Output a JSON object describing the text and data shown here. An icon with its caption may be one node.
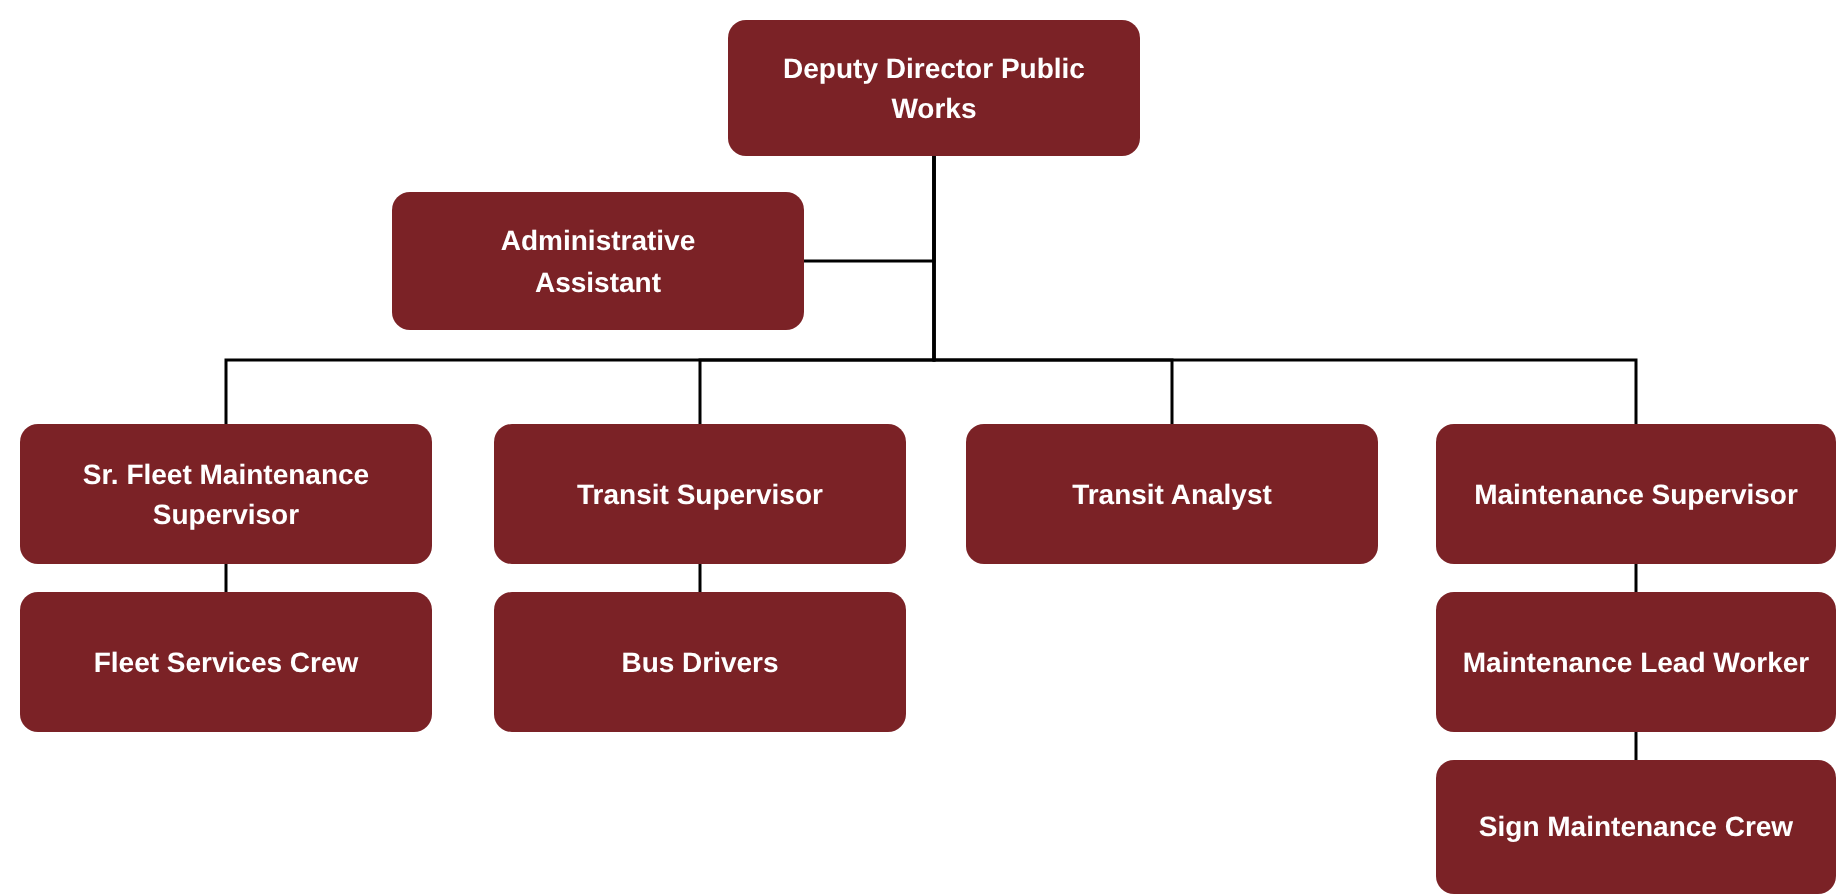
{
  "diagram": {
    "nodes": [
      {
        "text": [
          "Deputy Director Public Works"
        ]
      },
      {
        "text": [
          "Administrative Assistant"
        ]
      },
      {
        "text": [
          "Sr. Fleet Maintenance Supervisor"
        ]
      },
      {
        "text": [
          "Transit Supervisor"
        ]
      },
      {
        "text": [
          "Transit Analyst"
        ]
      },
      {
        "text": [
          "Maintenance Supervisor"
        ]
      },
      {
        "text": [
          "Fleet Services Crew"
        ]
      },
      {
        "text": [
          "Bus Drivers"
        ]
      },
      {
        "text": [
          "Maintenance Lead Worker"
        ]
      },
      {
        "text": [
          "Sign Maintenance Crew"
        ]
      }
    ],
    "edges": [
      {
        "from": 0,
        "to": 1,
        "arrow": "none"
      },
      {
        "from": 0,
        "to": 2,
        "arrow": "none"
      },
      {
        "from": 0,
        "to": 3,
        "arrow": "none"
      },
      {
        "from": 0,
        "to": 4,
        "arrow": "none"
      },
      {
        "from": 0,
        "to": 5,
        "arrow": "none"
      },
      {
        "from": 2,
        "to": 6,
        "arrow": "none"
      },
      {
        "from": 3,
        "to": 7,
        "arrow": "none"
      },
      {
        "from": 5,
        "to": 8,
        "arrow": "none"
      },
      {
        "from": 8,
        "to": 9,
        "arrow": "none"
      }
    ]
  }
}
